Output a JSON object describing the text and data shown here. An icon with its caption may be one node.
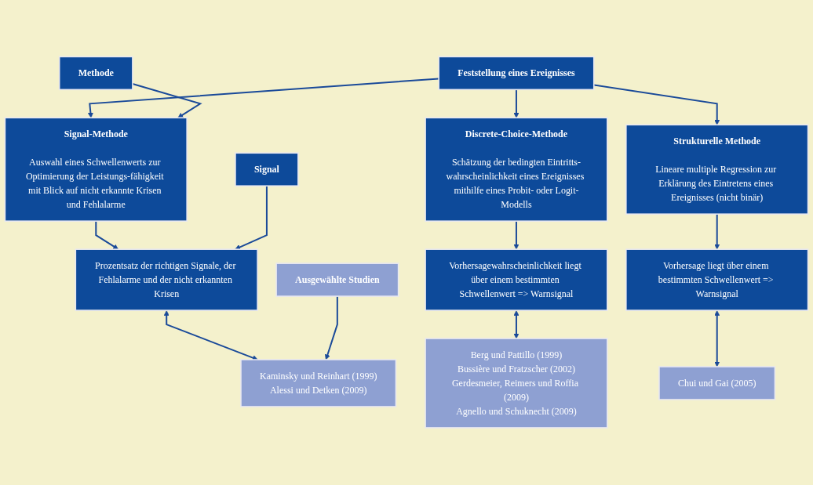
{
  "diagram": {
    "nodes": [
      {
        "text": [
          "Feststellung eines Ereignisses"
        ]
      },
      {
        "text": [
          "Methode"
        ]
      },
      {
        "text": [
          "Signal-Methode",
          "Auswahl eines Schwellenwerts zur Optimierung der Leistungs-fähigkeit mit Blick auf nicht erkannte Krisen und Fehlalarme"
        ]
      },
      {
        "text": [
          "Discrete-Choice-Methode",
          "Schätzung der bedingten Eintritts-wahrscheinlichkeit eines Ereignisses mithilfe eines Probit- oder Logit-Modells"
        ]
      },
      {
        "text": [
          "Strukturelle Methode",
          "Lineare multiple Regression zur Erklärung des Eintretens eines Ereignisses (nicht binär)"
        ]
      },
      {
        "text": [
          "Signal"
        ]
      },
      {
        "text": [
          "Prozentsatz der richtigen Signale, der Fehlalarme und der nicht erkannten Krisen"
        ]
      },
      {
        "text": [
          "Vorhersagewahrscheinlichkeit liegt über einem bestimmten Schwellenwert => Warnsignal"
        ]
      },
      {
        "text": [
          "Vorhersage liegt über einem bestimmten Schwellenwert => Warnsignal"
        ]
      },
      {
        "text": [
          "Ausgewählte Studien"
        ]
      },
      {
        "text": [
          "Kaminsky und Reinhart (1999)",
          "Alessi und Detken (2009)"
        ]
      },
      {
        "text": [
          "Berg und Pattillo (1999)",
          "Bussière und Fratzscher (2002)",
          "Gerdesmeier, Reimers und Roffia (2009)",
          "Agnello und Schuknecht (2009)"
        ]
      },
      {
        "text": [
          "Chui und Gai (2005)"
        ]
      }
    ],
    "edges": [
      {
        "from": 0,
        "to": 2,
        "arrow": "to"
      },
      {
        "from": 0,
        "to": 3,
        "arrow": "to"
      },
      {
        "from": 0,
        "to": 4,
        "arrow": "to"
      },
      {
        "from": 1,
        "to": 2,
        "arrow": "to"
      },
      {
        "from": 2,
        "to": 6,
        "arrow": "to"
      },
      {
        "from": 3,
        "to": 7,
        "arrow": "to"
      },
      {
        "from": 4,
        "to": 8,
        "arrow": "to"
      },
      {
        "from": 5,
        "to": 6,
        "arrow": "to"
      },
      {
        "from": 6,
        "to": 10,
        "arrow": "both"
      },
      {
        "from": 7,
        "to": 11,
        "arrow": "both"
      },
      {
        "from": 8,
        "to": 12,
        "arrow": "both"
      },
      {
        "from": 9,
        "to": 10,
        "arrow": "to"
      }
    ]
  }
}
